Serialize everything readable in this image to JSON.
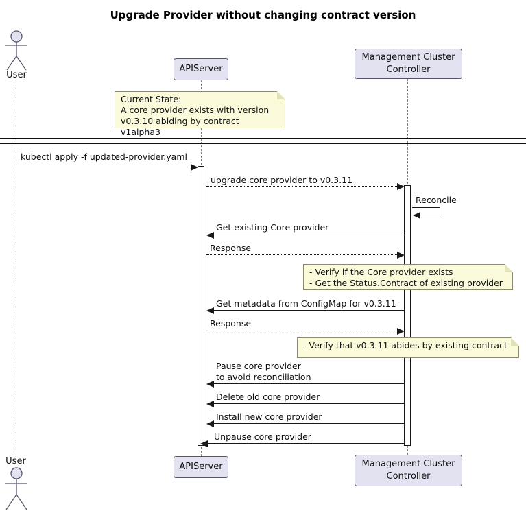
{
  "title": "Upgrade Provider without changing contract version",
  "participants": {
    "user": {
      "label": "User"
    },
    "apiserver": {
      "label": "APIServer"
    },
    "controller": {
      "label": "Management Cluster\nController"
    }
  },
  "notes": {
    "current_state": "Current State:\nA core provider exists with version\nv0.3.10 abiding by contract v1alpha3",
    "verify_provider": "- Verify if the Core provider exists\n- Get the Status.Contract of existing provider",
    "verify_contract": "- Verify that v0.3.11 abides by existing contract"
  },
  "messages": {
    "kubectl_apply": "kubectl apply -f updated-provider.yaml",
    "upgrade_provider": "upgrade core provider to v0.3.11",
    "reconcile": "Reconcile",
    "get_existing": "Get existing Core provider",
    "response_existing": "Response",
    "get_metadata": "Get metadata from ConfigMap for v0.3.11",
    "response_metadata": "Response",
    "pause_provider": "Pause core provider\nto avoid reconciliation",
    "delete_provider": "Delete old core provider",
    "install_provider": "Install new core provider",
    "unpause_provider": "Unpause core provider"
  },
  "colors": {
    "participant_fill": "#E2E2F0",
    "participant_border": "#53536B",
    "note_fill": "#FBFBDC",
    "note_border": "#8C8C69",
    "message_line": "#181818",
    "lifeline": "#7B7B7B"
  }
}
